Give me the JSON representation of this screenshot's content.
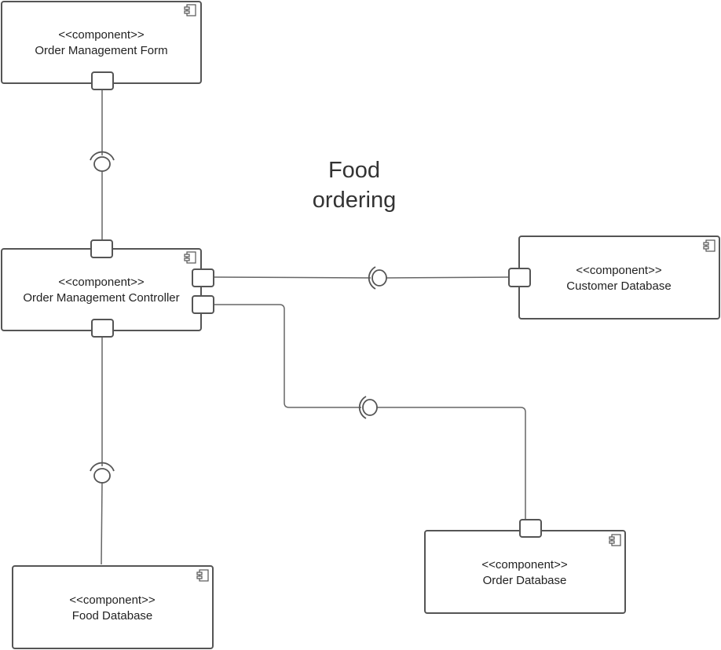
{
  "diagram": {
    "title_line1": "Food",
    "title_line2": "ordering",
    "components": [
      {
        "stereotype": "<<component>>",
        "name": "Order Management Form"
      },
      {
        "stereotype": "<<component>>",
        "name": "Order Management Controller"
      },
      {
        "stereotype": "<<component>>",
        "name": "Customer Database"
      },
      {
        "stereotype": "<<component>>",
        "name": "Order Database"
      },
      {
        "stereotype": "<<component>>",
        "name": "Food Database"
      }
    ],
    "colors": {
      "stroke": "#555555",
      "connector": "#666666",
      "text": "#222222",
      "background": "#ffffff"
    }
  }
}
